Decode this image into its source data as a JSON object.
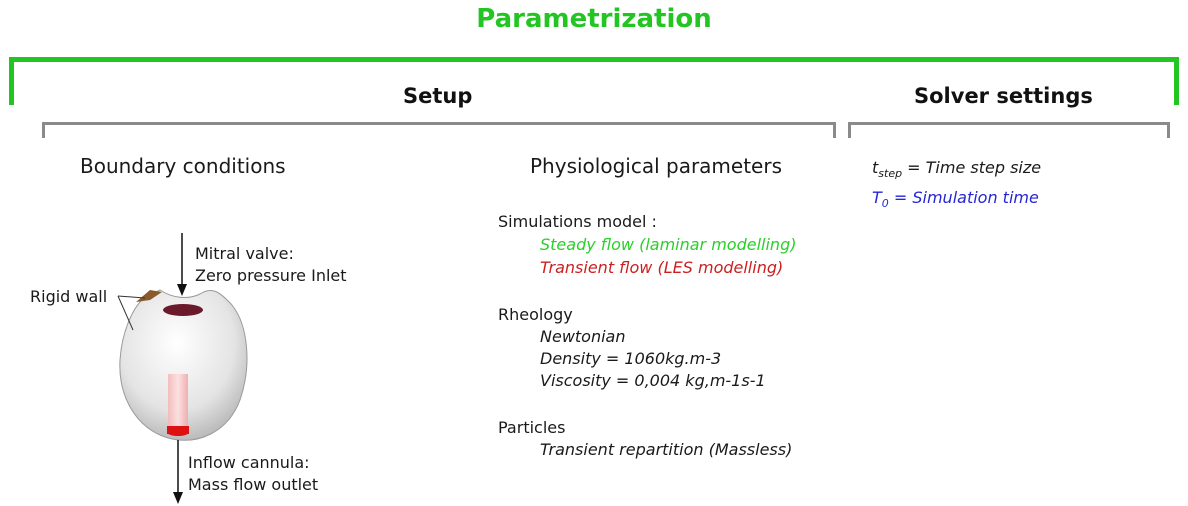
{
  "title": "Parametrization",
  "sections": {
    "setup": "Setup",
    "solver": "Solver settings"
  },
  "boundary": {
    "heading": "Boundary conditions",
    "mitral_line1": "Mitral valve:",
    "mitral_line2": "Zero pressure Inlet",
    "rigid_wall": "Rigid wall",
    "inflow_line1": "Inflow cannula:",
    "inflow_line2": "Mass flow outlet"
  },
  "physio": {
    "heading": "Physiological parameters",
    "model_label": "Simulations model :",
    "steady": "Steady flow (laminar modelling)",
    "transient": "Transient flow (LES modelling)",
    "rheology_label": "Rheology",
    "newtonian": "Newtonian",
    "density": "Density = 1060kg.m-3",
    "viscosity": "Viscosity = 0,004 kg,m-1s-1",
    "particles_label": "Particles",
    "repartition": "Transient repartition (Massless)"
  },
  "solver": {
    "tstep_symbol": "t",
    "tstep_sub": "step",
    "tstep_text": " = Time step size",
    "t0_symbol": "T",
    "t0_sub": "0",
    "t0_text": " = Simulation time"
  },
  "colors": {
    "accent_green": "#22c522",
    "steady_green": "#2ad02a",
    "transient_red": "#cc1f1f",
    "t0_blue": "#2626d9",
    "bracket_gray": "#8a8a8a"
  }
}
